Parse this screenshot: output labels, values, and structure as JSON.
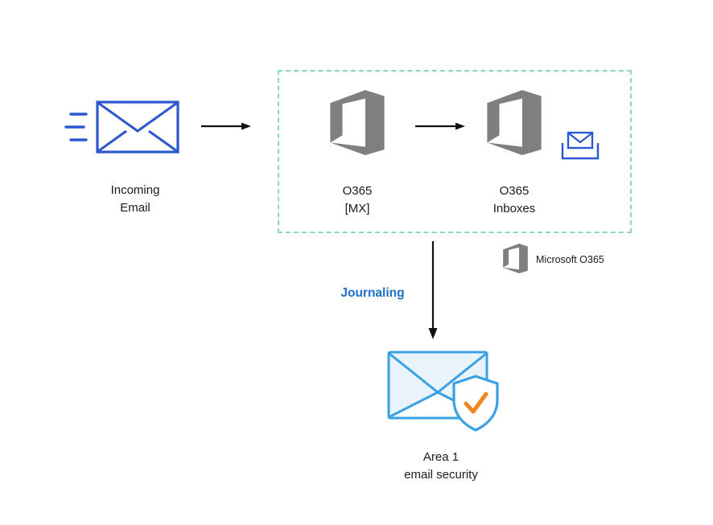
{
  "nodes": {
    "incoming_email": {
      "line1": "Incoming",
      "line2": "Email"
    },
    "o365_mx": {
      "line1": "O365",
      "line2": "[MX]"
    },
    "o365_inboxes": {
      "line1": "O365",
      "line2": "Inboxes"
    },
    "area1": {
      "line1": "Area 1",
      "line2": "email security"
    }
  },
  "flow": {
    "journaling_label": "Journaling"
  },
  "legend": {
    "microsoft_o365": "Microsoft O365"
  },
  "icons": {
    "speed_lines": "motion-lines",
    "incoming_envelope": "envelope-outline",
    "office_logo": "office-365-logo",
    "inbox_envelope": "envelope-in-tray",
    "area1_envelope": "envelope-secure",
    "area1_shield": "shield-check",
    "checkmark": "check"
  },
  "colors": {
    "envelope_blue": "#2b57cf",
    "office_gray": "#7f7f7f",
    "dashed_border_teal": "#8bd7c6",
    "journaling_blue": "#1b6fc8",
    "area1_stroke_blue": "#3aa0e4",
    "area1_fill_blue": "#e9f3fb",
    "check_orange": "#f0861f",
    "arrow_black": "#111111",
    "text_dark": "#1b1b1b",
    "background": "#ffffff"
  }
}
